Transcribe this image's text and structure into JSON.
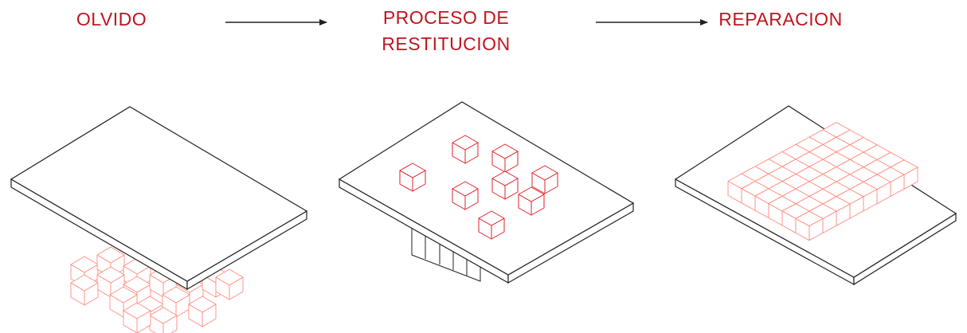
{
  "labels": {
    "olvido": "OLVIDO",
    "proceso_line1": "PROCESO DE",
    "proceso_line2": "RESTITUCION",
    "reparacion": "REPARACION"
  },
  "colors": {
    "label_text": "#c0141e",
    "cube_stroke": "#ff8c80",
    "cube_stroke_strong": "#e0202a",
    "line": "#222222"
  },
  "icons": [
    "arrow-right-icon",
    "arrow-right-icon"
  ]
}
